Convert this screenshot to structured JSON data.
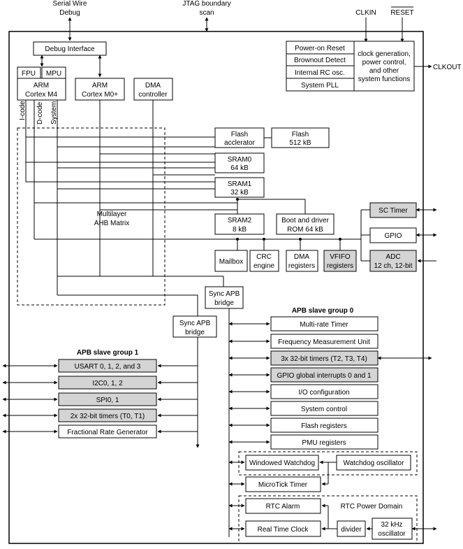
{
  "top_labels": {
    "serial_wire_line1": "Serial Wire",
    "serial_wire_line2": "Debug",
    "jtag_line1": "JTAG boundary",
    "jtag_line2": "scan",
    "clkin": "CLKIN",
    "reset": "RESET",
    "clkout": "CLKOUT"
  },
  "core": {
    "debug_interface": "Debug Interface",
    "fpu": "FPU",
    "mpu": "MPU",
    "m4_line1": "ARM",
    "m4_line2": "Cortex M4",
    "m0_line1": "ARM",
    "m0_line2": "Cortex M0+",
    "dma_line1": "DMA",
    "dma_line2": "controller",
    "bus_icode": "I-code",
    "bus_dcode": "D-code",
    "bus_system": "System"
  },
  "clock_block": {
    "items": [
      "Power-on Reset",
      "Brownout Detect",
      "Internal RC osc.",
      "System PLL"
    ],
    "desc_lines": [
      "clock generation,",
      "power control,",
      "and other",
      "system functions"
    ]
  },
  "memory": {
    "flash_acc_line1": "Flash",
    "flash_acc_line2": "acclerator",
    "flash_line1": "Flash",
    "flash_line2": "512 kB",
    "sram0_line1": "SRAM0",
    "sram0_line2": "64 kB",
    "sram1_line1": "SRAM1",
    "sram1_line2": "32 kB",
    "sram2_line1": "SRAM2",
    "sram2_line2": "8 kB",
    "boot_line1": "Boot and driver",
    "boot_line2": "ROM 64 kB"
  },
  "ahb_matrix_line1": "Multilayer",
  "ahb_matrix_line2": "AHB Matrix",
  "ahb_peripherals": {
    "mailbox": "Mailbox",
    "crc_line1": "CRC",
    "crc_line2": "engine",
    "dma_reg_line1": "DMA",
    "dma_reg_line2": "registers",
    "vfifo_line1": "VFIFO",
    "vfifo_line2": "registers",
    "sc_timer": "SC Timer",
    "gpio": "GPIO",
    "adc_line1": "ADC",
    "adc_line2": "12 ch, 12-bit"
  },
  "bridges": {
    "sync_apb0_line1": "Sync APB",
    "sync_apb0_line2": "bridge",
    "sync_apb1_line1": "Sync APB",
    "sync_apb1_line2": "bridge"
  },
  "apb0": {
    "title": "APB slave group 0",
    "items": [
      "Multi-rate Timer",
      "Frequency Measurement Unit",
      "3x 32-bit timers (T2, T3, T4)",
      "GPIO global interrupts 0 and 1",
      "I/O configuration",
      "System control",
      "Flash registers",
      "PMU registers"
    ]
  },
  "apb1": {
    "title": "APB slave group 1",
    "items": [
      "USART 0, 1, 2, and 3",
      "I2C0, 1, 2",
      "SPI0, 1",
      "2x 32-bit timers (T0, T1)",
      "Fractional Rate Generator"
    ]
  },
  "watchdog": {
    "windowed": "Windowed Watchdog",
    "oscillator": "Watchdog oscillator",
    "microtick": "MicroTick Timer"
  },
  "rtc": {
    "domain": "RTC Power Domain",
    "alarm": "RTC Alarm",
    "clock": "Real Time Clock",
    "divider": "divider",
    "osc_line1": "32 kHz",
    "osc_line2": "oscillator"
  },
  "colors": {
    "shaded": "#d4d4d4",
    "line": "#000000"
  }
}
